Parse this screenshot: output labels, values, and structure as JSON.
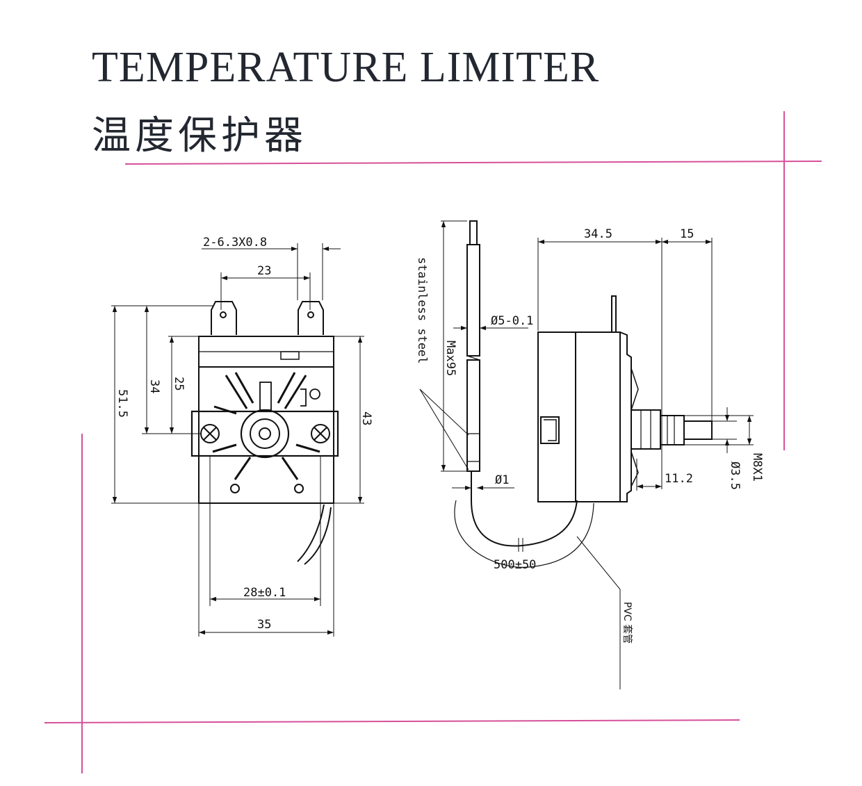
{
  "title": {
    "english": "TEMPERATURE LIMITER",
    "chinese": "温度保护器"
  },
  "front_view": {
    "dims": {
      "terminal": "2-6.3X0.8",
      "terminal_spacing": "23",
      "height_34": "34",
      "height_25": "25",
      "height_51_5": "51.5",
      "height_43": "43",
      "mount_spacing": "28±0.1",
      "width": "35"
    }
  },
  "side_view": {
    "labels": {
      "material": "stainless steel",
      "capillary_sheath": "PVC 套管"
    },
    "dims": {
      "body_length": "34.5",
      "shaft_length": "15",
      "bulb_diameter": "Ø5-0.1",
      "bulb_length": "Max95",
      "capillary_diameter": "Ø1",
      "capillary_length": "500±50",
      "thread_length": "11.2",
      "shaft_diameter": "Ø3.5",
      "thread": "M8X1"
    }
  },
  "colors": {
    "guide_lines": "#d6509a",
    "ink": "#111111"
  }
}
